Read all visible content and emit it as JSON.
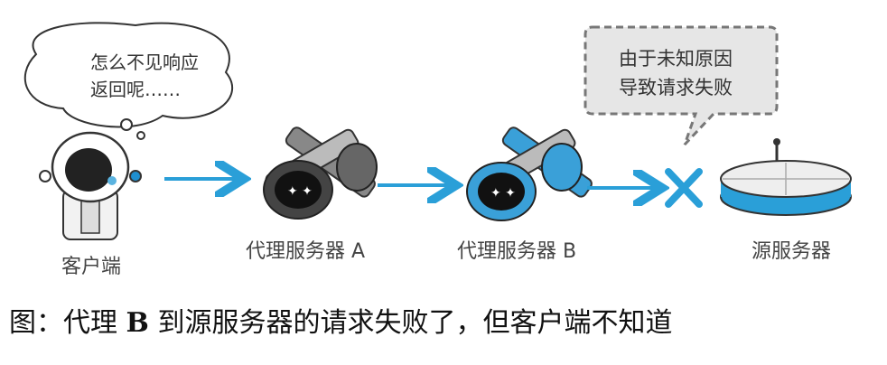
{
  "nodes": {
    "client": "客户端",
    "proxy_a": "代理服务器 A",
    "proxy_b": "代理服务器 B",
    "origin": "源服务器"
  },
  "client_thought": {
    "line1": "怎么不见响应",
    "line2": "返回呢……"
  },
  "failure_note": {
    "line1": "由于未知原因",
    "line2": "导致请求失败"
  },
  "caption": {
    "prefix": "图：代理 ",
    "bold": "B",
    "suffix": " 到源服务器的请求失败了，但客户端不知道"
  },
  "colors": {
    "arrow": "#2a9fd8",
    "proxy_b_accent": "#3aa0d8",
    "failure_cross": "#2a9fd8"
  }
}
